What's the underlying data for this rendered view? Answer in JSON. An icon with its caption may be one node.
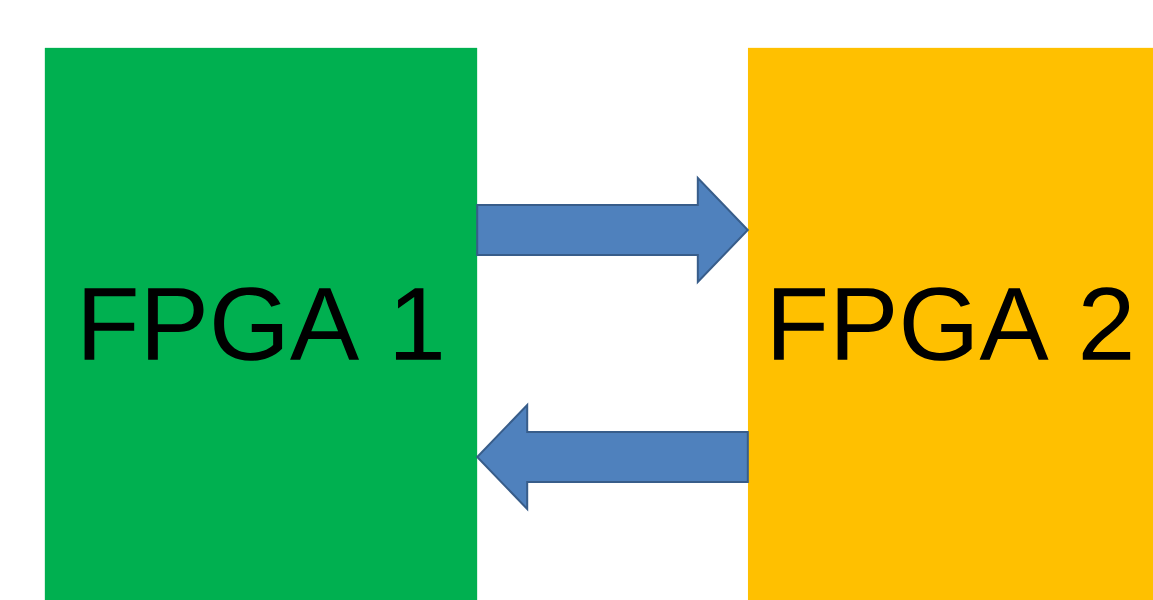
{
  "diagram": {
    "nodes": [
      {
        "text": [
          "FPGA 1"
        ]
      },
      {
        "text": [
          "FPGA 2"
        ]
      }
    ],
    "edges": [
      {
        "from": 0,
        "to": 1,
        "arrow": "to"
      },
      {
        "from": 1,
        "to": 0,
        "arrow": "to"
      }
    ]
  }
}
